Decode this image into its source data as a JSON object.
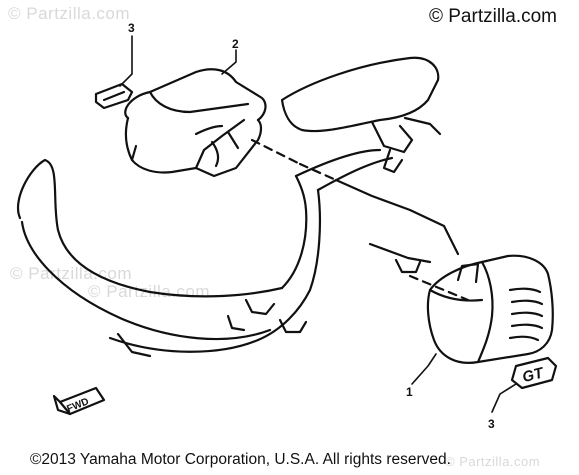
{
  "watermark": "© Partzilla.com",
  "header": {
    "copyright": "© Partzilla.com"
  },
  "footer": {
    "text": "©2013  Yamaha Motor Corporation, U.S.A. All rights reserved.",
    "watermark": "© Partzilla.com"
  },
  "callouts": [
    {
      "id": "3",
      "label": "3"
    },
    {
      "id": "2",
      "label": "2"
    },
    {
      "id": "1",
      "label": "1"
    },
    {
      "id": "3b",
      "label": "3"
    }
  ],
  "decals": {
    "fwd": "FWD",
    "gt": "GT"
  }
}
